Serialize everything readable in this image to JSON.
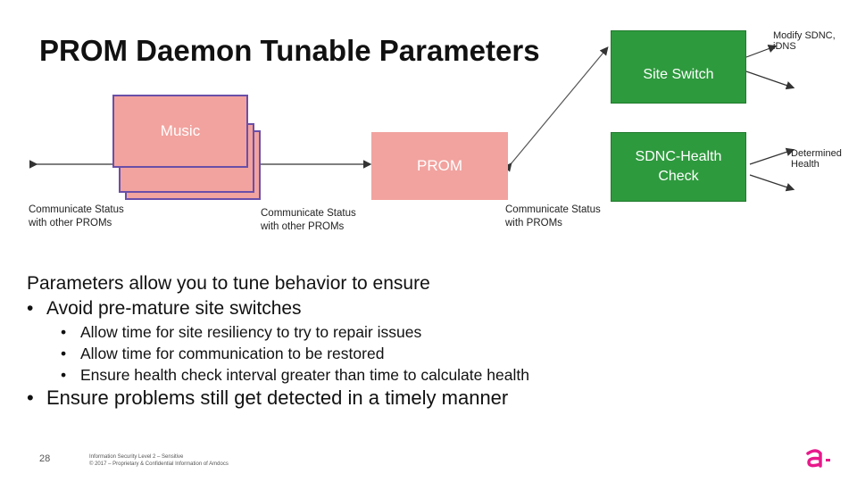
{
  "slide": {
    "title": "PROM Daemon Tunable Parameters",
    "page_number": "28",
    "footer_line1": "Information Security Level 2 – Sensitive",
    "footer_line2": "© 2017 – Proprietary & Confidential Information of Amdocs",
    "logo_icon": "amdocs-logo-icon"
  },
  "diagram": {
    "site_switch": "Site Switch",
    "sdnc_health_check": "SDNC-Health Check",
    "music": "Music",
    "prom": "PROM",
    "modify_note": "Modify SDNC, iDNS",
    "determined_health": "Determined Health",
    "comm_status_left": "Communicate Status with other PROMs",
    "comm_status_mid": "Communicate Status with other PROMs",
    "comm_status_right": "Communicate Status with PROMs",
    "colors": {
      "green_box": "#2e9a3e",
      "pink_box": "#f2a39f",
      "box_border": "#6a4fa8",
      "logo": "#e8198b"
    }
  },
  "content": {
    "intro": "Parameters allow you to tune behavior to ensure",
    "bullet1": "Avoid pre-mature site switches",
    "sub_bullets": [
      "Allow time for site resiliency to try to repair issues",
      "Allow time for communication to be restored",
      "Ensure health check interval greater than time to calculate health"
    ],
    "bullet2": "Ensure problems still get detected in a timely manner"
  }
}
